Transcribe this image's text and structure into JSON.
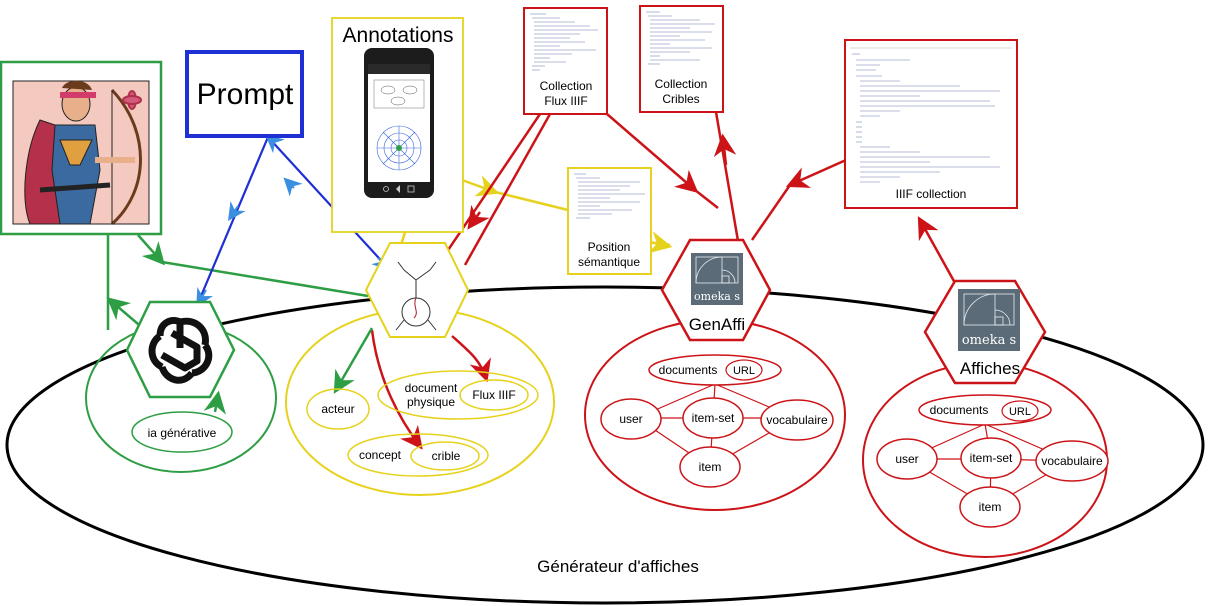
{
  "diagram": {
    "main_label": "Générateur d'affiches",
    "prompt_label": "Prompt",
    "annotations_label": "Annotations",
    "collection_flux_label_1": "Collection",
    "collection_flux_label_2": "Flux IIIF",
    "collection_cribles_label_1": "Collection",
    "collection_cribles_label_2": "Cribles",
    "iiif_collection_label": "IIIF collection",
    "position_label_1": "Position",
    "position_label_2": "sémantique",
    "ia_label": "ia générative",
    "acteur_label": "acteur",
    "doc_physique_label_1": "document",
    "doc_physique_label_2": "physique",
    "flux_iiif_label": "Flux IIIF",
    "concept_label": "concept",
    "crible_label": "crible",
    "genaffi": {
      "logo_text": "omeka s",
      "title": "GenAffi",
      "documents": "documents",
      "url": "URL",
      "user": "user",
      "item_set": "item-set",
      "vocabulaire": "vocabulaire",
      "item": "item"
    },
    "affiches": {
      "logo_text": "omeka s",
      "title": "Affiches",
      "documents": "documents",
      "url": "URL",
      "user": "user",
      "item_set": "item-set",
      "vocabulaire": "vocabulaire",
      "item": "item"
    },
    "colors": {
      "green": "#2e9e44",
      "blue": "#1f2fd6",
      "light_blue": "#3a8fe0",
      "yellow": "#e6d21c",
      "red": "#cc1418",
      "black": "#000000"
    }
  }
}
